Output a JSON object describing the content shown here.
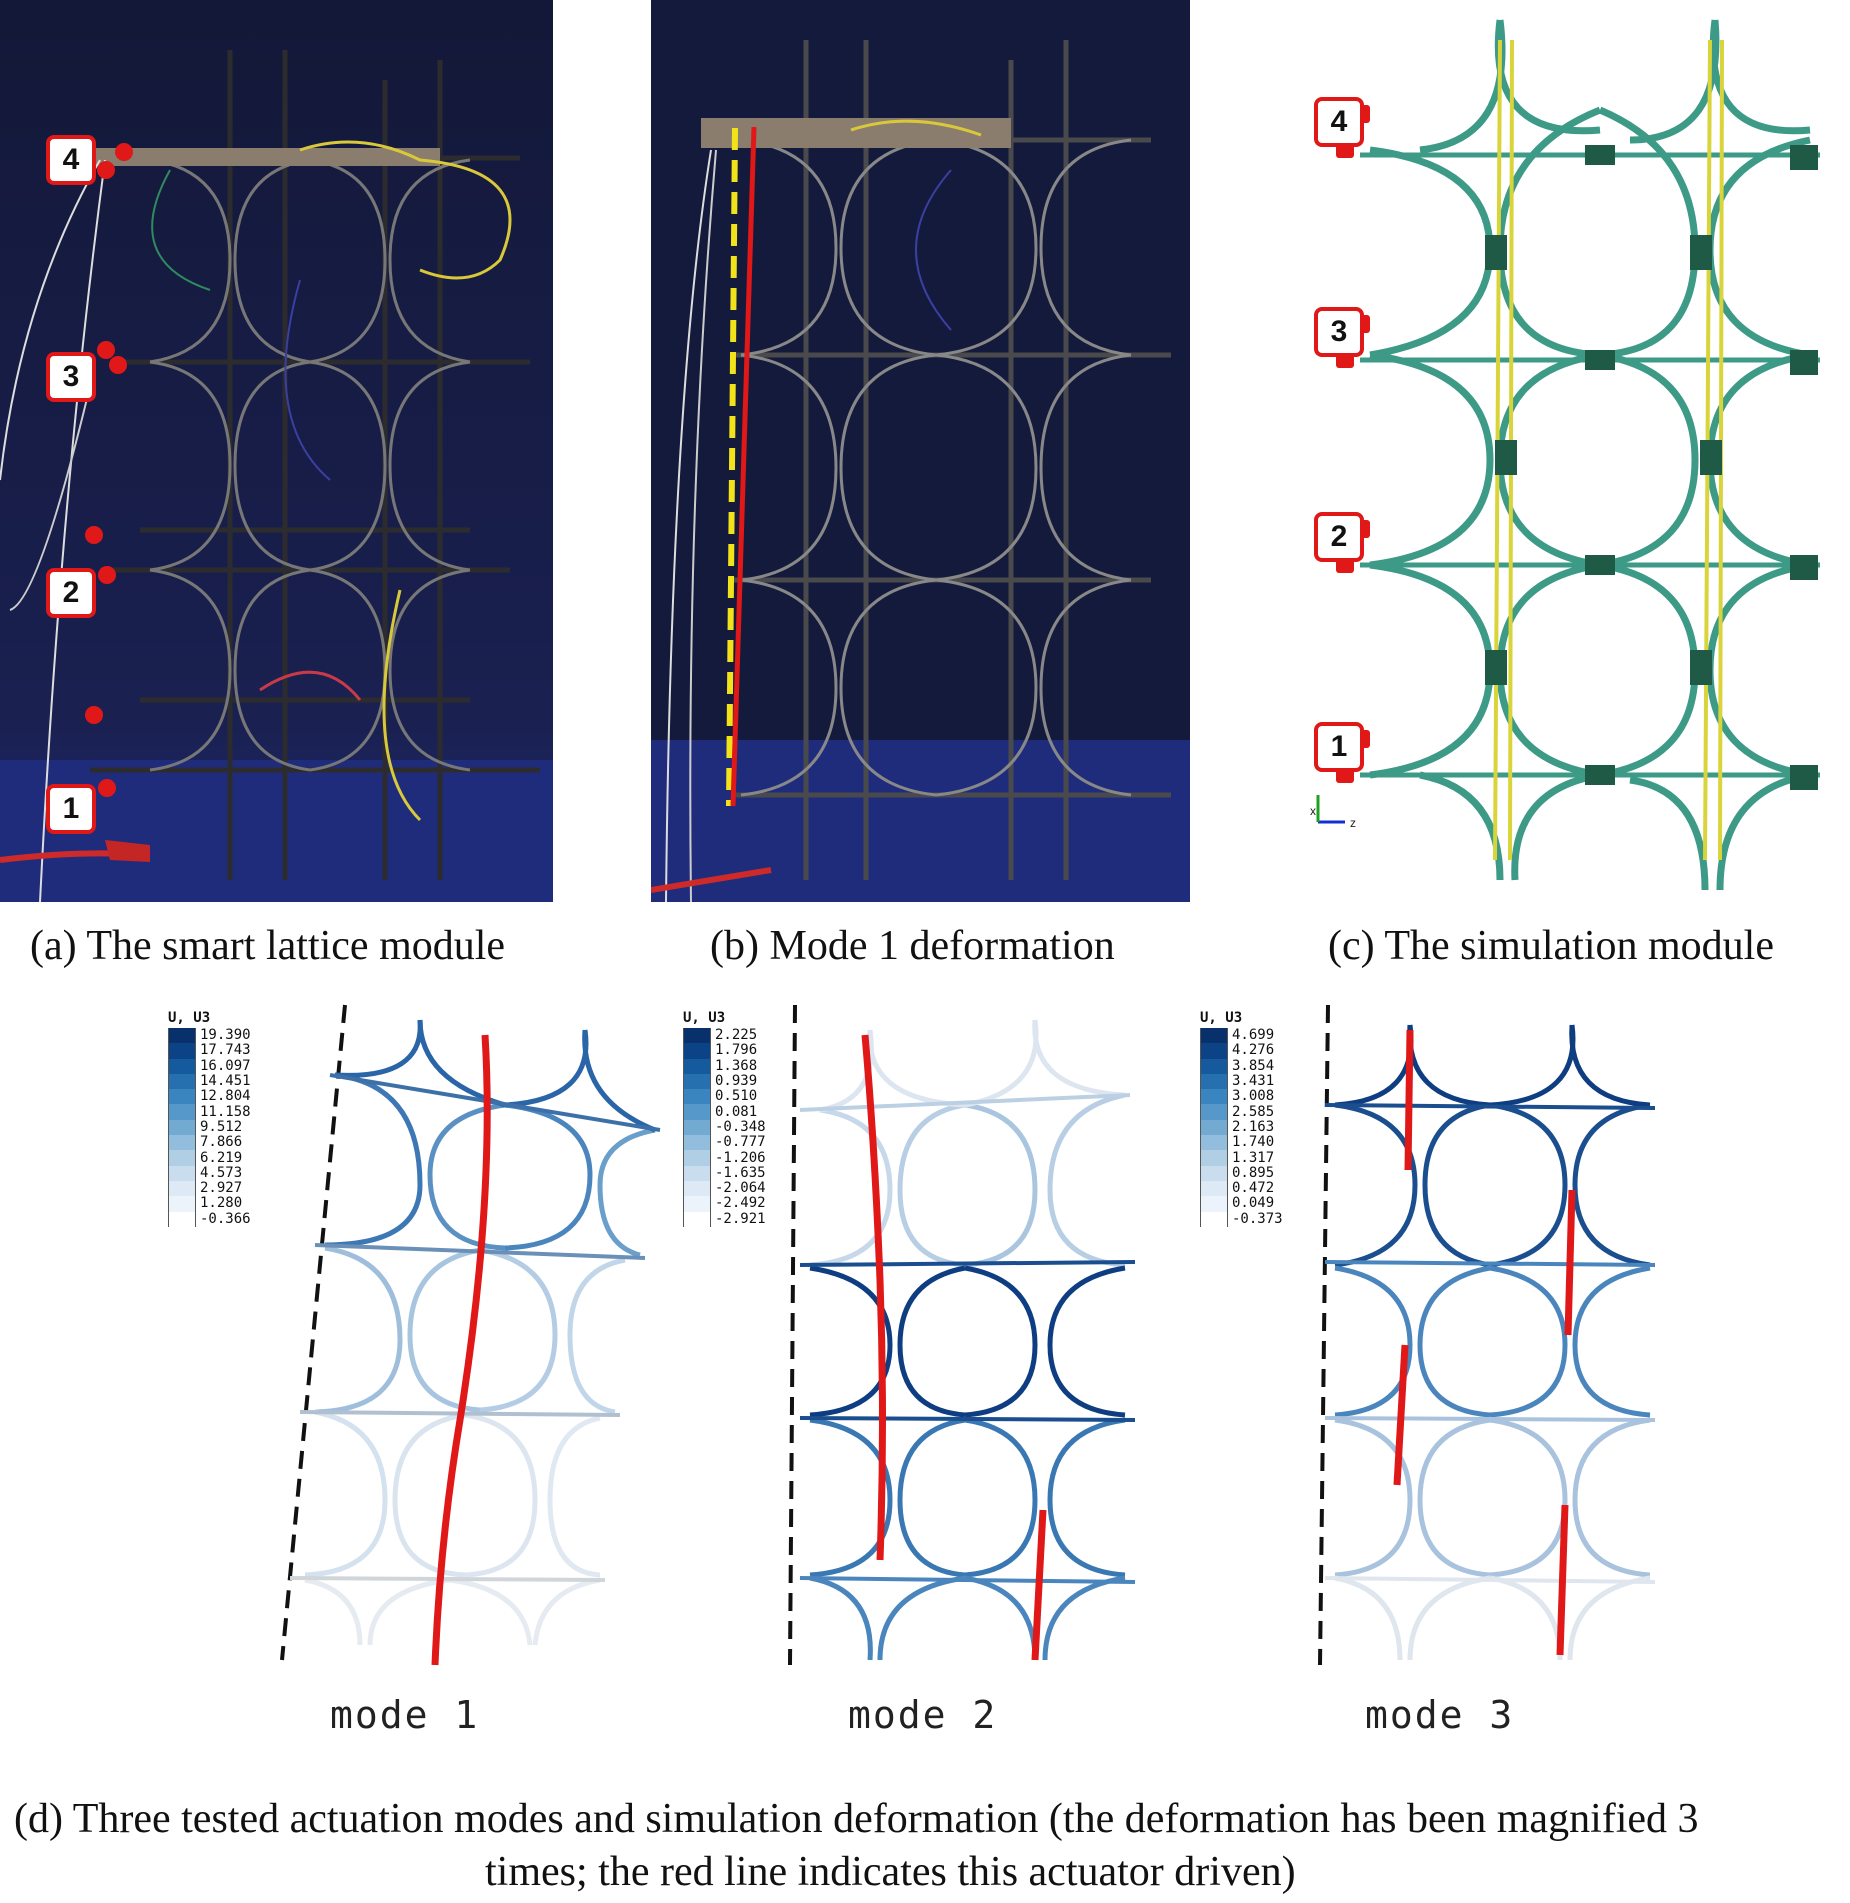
{
  "figure": {
    "panels": {
      "a": {
        "caption": "(a) The smart lattice module",
        "markers": [
          "4",
          "3",
          "2",
          "1"
        ]
      },
      "b": {
        "caption": "(b)  Mode 1 deformation"
      },
      "c": {
        "caption": "(c)  The simulation module",
        "markers": [
          "4",
          "3",
          "2",
          "1"
        ],
        "axis_labels": {
          "vertical": "x",
          "horizontal": "z"
        }
      }
    },
    "modes": [
      {
        "label": "mode  1",
        "legend_title": "U, U3",
        "legend_values": [
          "19.390",
          "17.743",
          "16.097",
          "14.451",
          "12.804",
          "11.158",
          "9.512",
          "7.866",
          "6.219",
          "4.573",
          "2.927",
          "1.280",
          "-0.366"
        ]
      },
      {
        "label": "mode  2",
        "legend_title": "U, U3",
        "legend_values": [
          "2.225",
          "1.796",
          "1.368",
          "0.939",
          "0.510",
          "0.081",
          "-0.348",
          "-0.777",
          "-1.206",
          "-1.635",
          "-2.064",
          "-2.492",
          "-2.921"
        ]
      },
      {
        "label": "mode  3",
        "legend_title": "U, U3",
        "legend_values": [
          "4.699",
          "4.276",
          "3.854",
          "3.431",
          "3.008",
          "2.585",
          "2.163",
          "1.740",
          "1.317",
          "0.895",
          "0.472",
          "0.049",
          "-0.373"
        ]
      }
    ],
    "legend_colors": [
      "#08306b",
      "#0b4386",
      "#155a9c",
      "#2770b0",
      "#3a85bf",
      "#5598c9",
      "#72aad2",
      "#92bddc",
      "#b0cfe5",
      "#c9ddee",
      "#dde9f4",
      "#edf3fa",
      "#ffffff"
    ],
    "caption_d_line1": "(d)  Three tested actuation modes and simulation deformation (the deformation has been magnified 3",
    "caption_d_line2": "times; the red line indicates this actuator driven)"
  }
}
